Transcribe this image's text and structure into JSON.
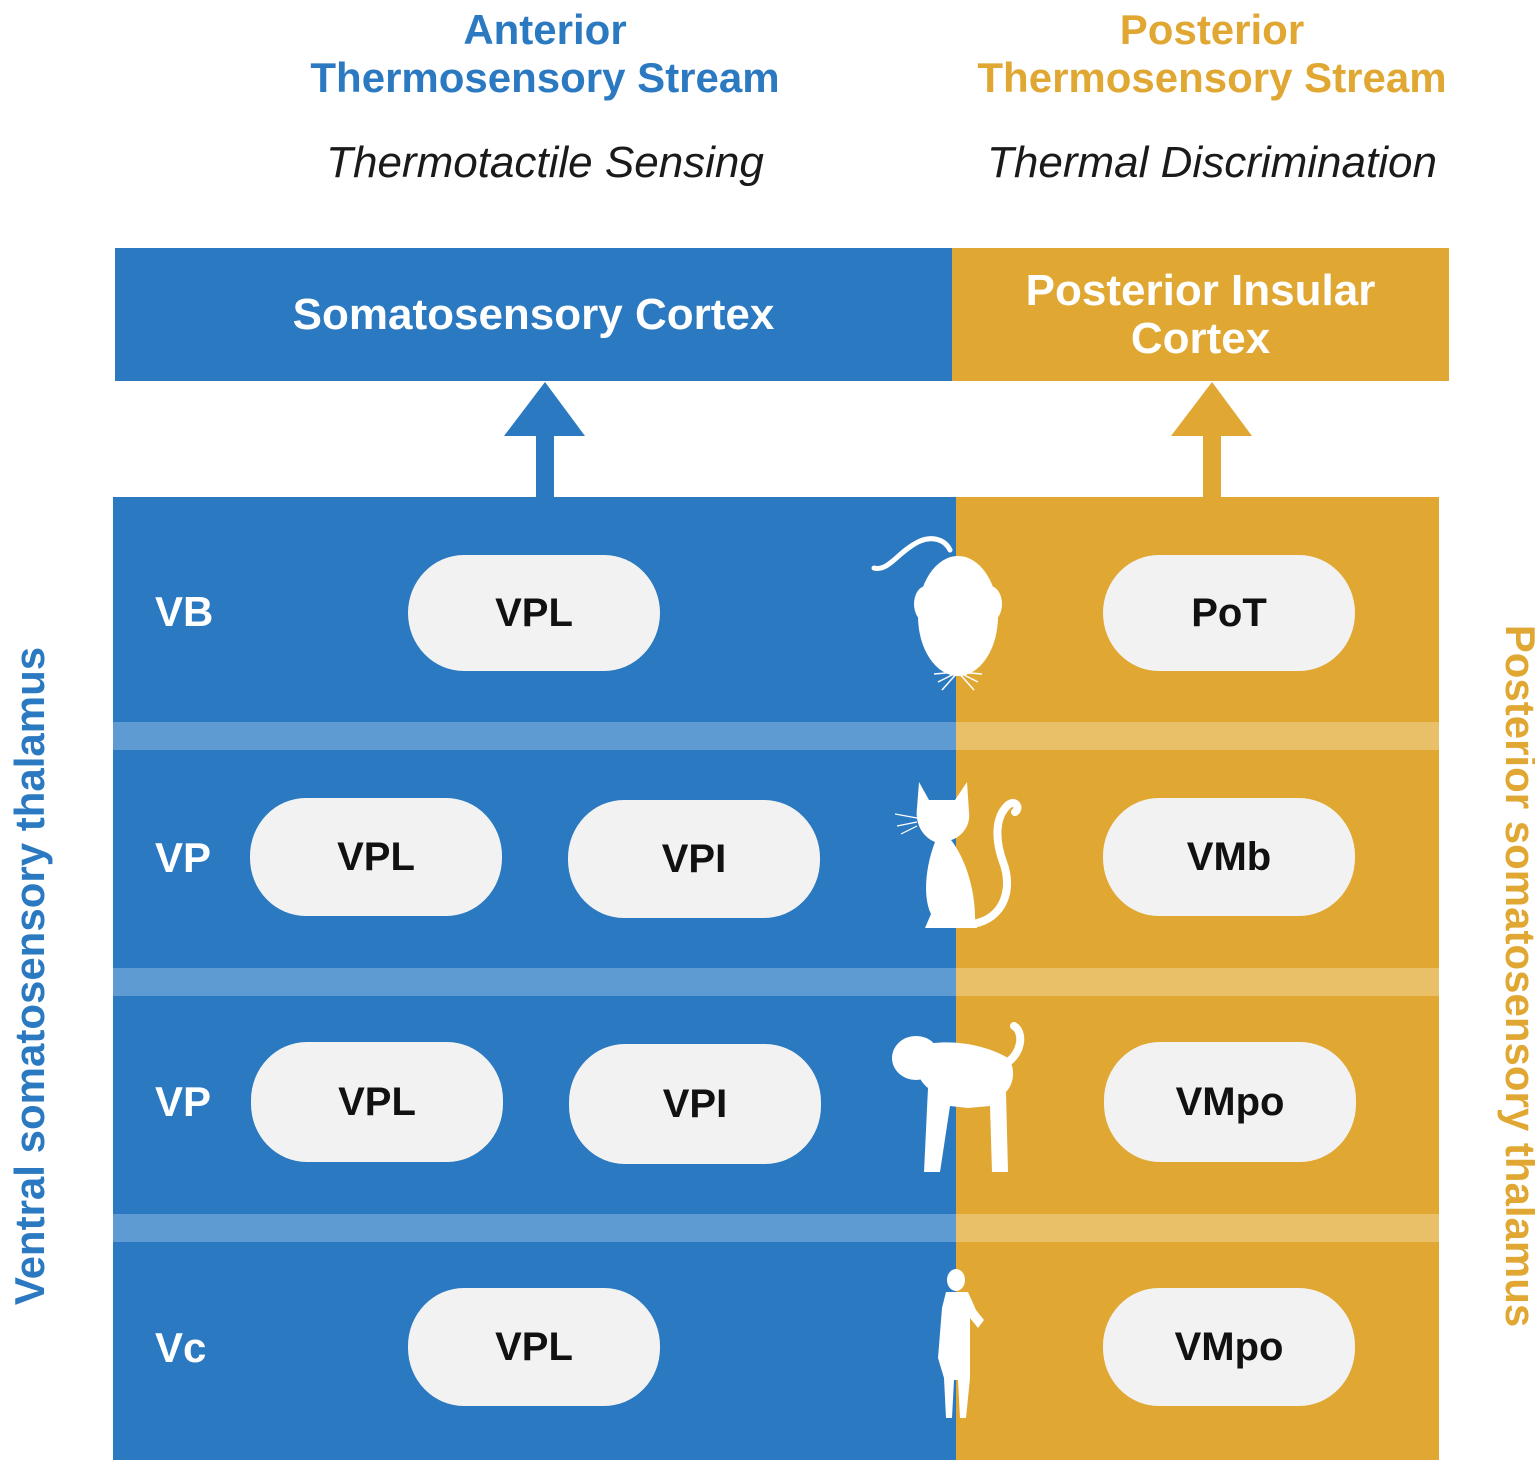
{
  "colors": {
    "anterior_blue": "#2b79c1",
    "posterior_orange": "#e0a733",
    "band_blue": "#5f9bd3",
    "band_orange": "#e9c067",
    "pill": "#f2f2f2"
  },
  "streams": {
    "anterior": {
      "title_line1": "Anterior",
      "title_line2": "Thermosensory Stream",
      "subtitle": "Thermotactile Sensing"
    },
    "posterior": {
      "title_line1": "Posterior",
      "title_line2": "Thermosensory Stream",
      "subtitle": "Thermal Discrimination"
    }
  },
  "cortex": {
    "somatosensory": "Somatosensory Cortex",
    "posterior_insular_line1": "Posterior Insular",
    "posterior_insular_line2": "Cortex"
  },
  "side_labels": {
    "left": "Ventral somatosensory thalamus",
    "right": "Posterior somatosensory thalamus"
  },
  "rows": [
    {
      "species_icon": "mouse-icon",
      "group": "VB",
      "ventral_nuclei": [
        "VPL"
      ],
      "posterior_nucleus": "PoT"
    },
    {
      "species_icon": "cat-icon",
      "group": "VP",
      "ventral_nuclei": [
        "VPL",
        "VPI"
      ],
      "posterior_nucleus": "VMb"
    },
    {
      "species_icon": "monkey-icon",
      "group": "VP",
      "ventral_nuclei": [
        "VPL",
        "VPI"
      ],
      "posterior_nucleus": "VMpo"
    },
    {
      "species_icon": "human-icon",
      "group": "Vc",
      "ventral_nuclei": [
        "VPL"
      ],
      "posterior_nucleus": "VMpo"
    }
  ]
}
